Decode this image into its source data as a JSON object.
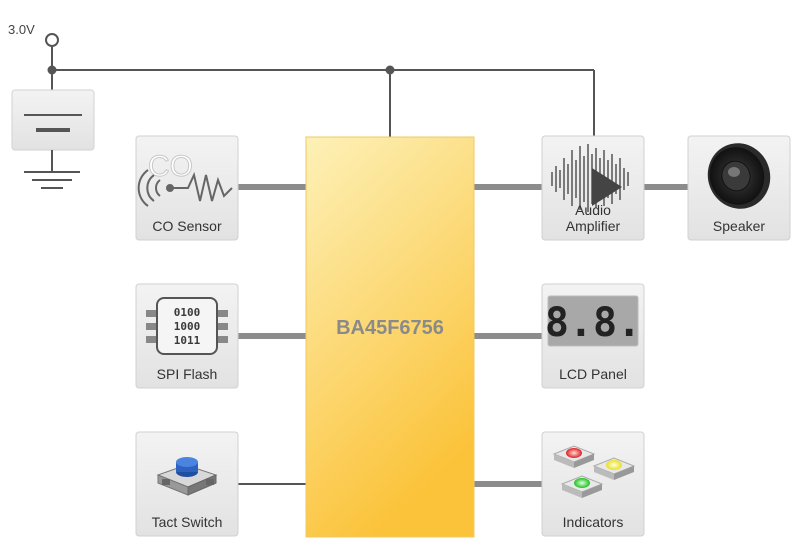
{
  "power": {
    "voltage_label": "3.0V"
  },
  "mcu": {
    "label": "BA45F6756"
  },
  "blocks": {
    "co_sensor": {
      "label": "CO Sensor",
      "icon_text": "CO"
    },
    "spi_flash": {
      "label": "SPI Flash",
      "bits": [
        "0100",
        "1000",
        "1011"
      ]
    },
    "tact_switch": {
      "label": "Tact Switch"
    },
    "audio_amplifier": {
      "label_line1": "Audio",
      "label_line2": "Amplifier"
    },
    "speaker": {
      "label": "Speaker"
    },
    "lcd_panel": {
      "label": "LCD Panel",
      "display_text": "8.8."
    },
    "indicators": {
      "label": "Indicators"
    }
  },
  "colors": {
    "mcu_top": "#fdf0b4",
    "mcu_bottom": "#fbc53a",
    "block_fill": "#ececec",
    "wire": "#555555",
    "bus": "#8c8c8c"
  }
}
